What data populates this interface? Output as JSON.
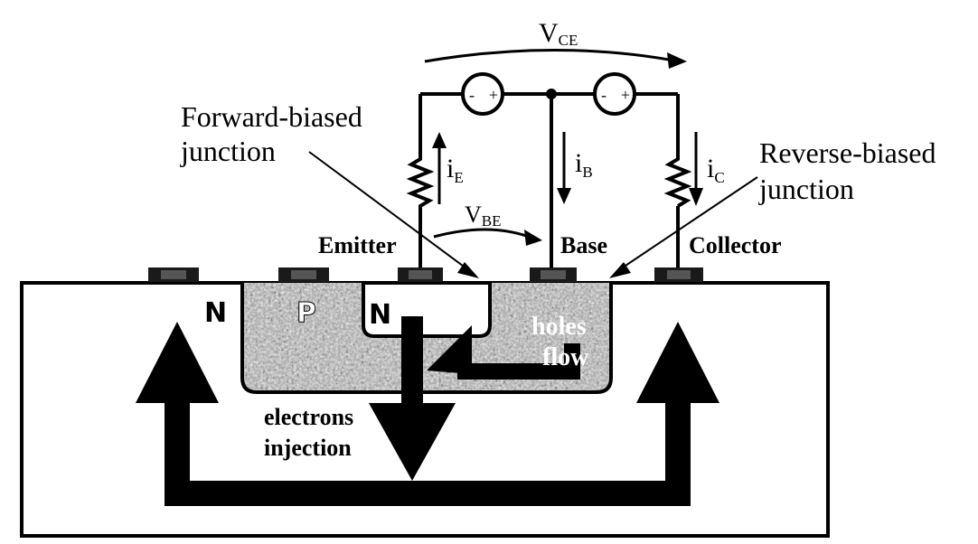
{
  "labels": {
    "vce": "V",
    "vce_sub": "CE",
    "vbe": "V",
    "vbe_sub": "BE",
    "ie": "i",
    "ie_sub": "E",
    "ib": "i",
    "ib_sub": "B",
    "ic": "i",
    "ic_sub": "C",
    "forward_line1": "Forward-biased",
    "forward_line2": "junction",
    "reverse_line1": "Reverse-biased",
    "reverse_line2": "junction",
    "emitter": "Emitter",
    "base": "Base",
    "collector": "Collector",
    "region_n_left": "N",
    "region_p": "P",
    "region_n_emitter": "N",
    "holes_line1": "holes",
    "holes_line2": "flow",
    "electrons_line1": "electrons",
    "electrons_line2": "injection",
    "source_minus": "-",
    "source_plus": "+"
  },
  "colors": {
    "line": "#000000",
    "background": "#ffffff",
    "contact": "#1a1a1a",
    "contact_inner": "#555555"
  }
}
